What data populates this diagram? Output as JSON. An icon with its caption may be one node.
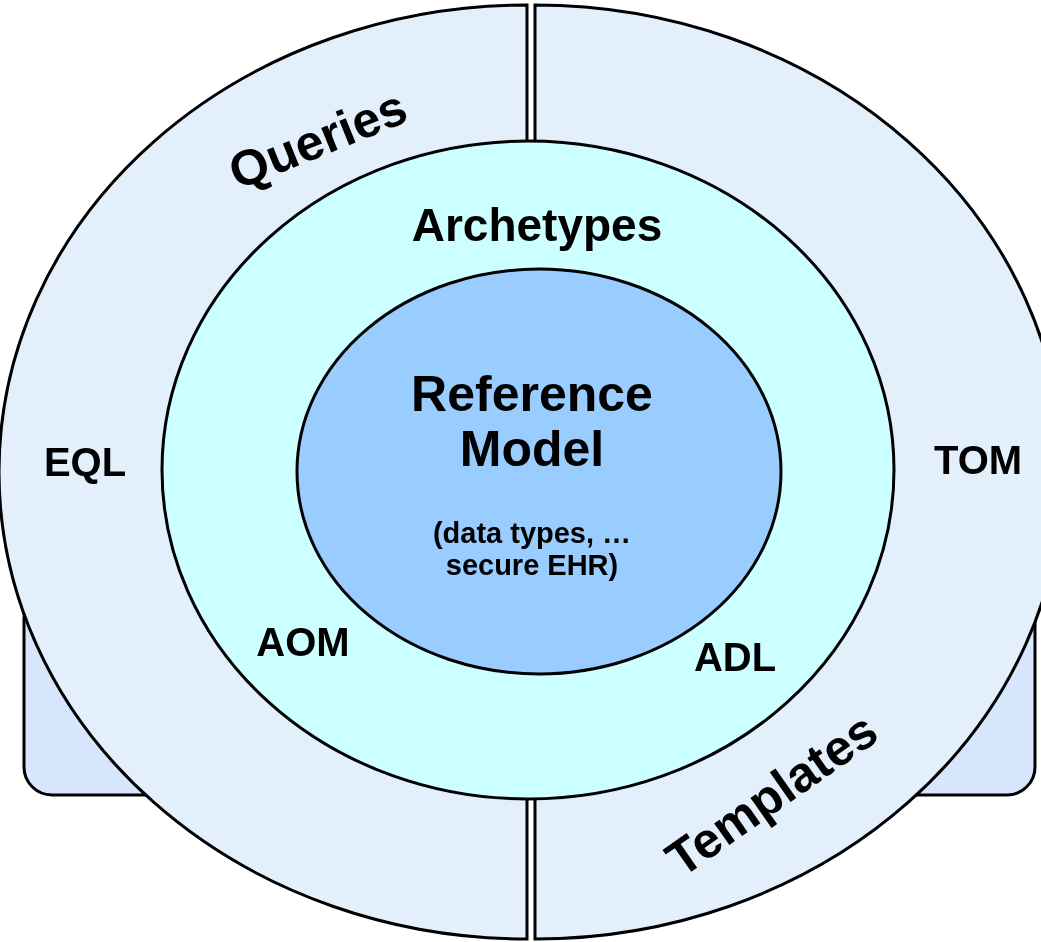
{
  "diagram": {
    "nodes": [
      {
        "text": [
          "Queries",
          "EQL"
        ]
      },
      {
        "text": [
          "TOM",
          "Templates"
        ]
      },
      {
        "text": [
          "Archetypes",
          "AOM",
          "ADL"
        ]
      },
      {
        "text": [
          "Reference Model",
          "(data types, … secure EHR)"
        ],
        "in": 2
      }
    ],
    "edges": []
  }
}
